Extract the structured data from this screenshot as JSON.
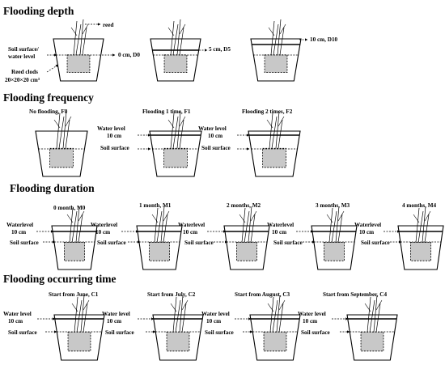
{
  "sections": [
    {
      "title": "Flooding depth",
      "annotations": {
        "reed": "reed",
        "soil_surface_line1": "Soil surface/",
        "soil_surface_line2": "water level",
        "clods_line1": "Reed clods",
        "clods_line2": "20×20×20 cm³"
      },
      "pots": [
        {
          "label": "0 cm, D0",
          "water_level_cm": 0
        },
        {
          "label": "5 cm, D5",
          "water_level_cm": 5
        },
        {
          "label": "10 cm, D10",
          "water_level_cm": 10
        }
      ]
    },
    {
      "title": "Flooding frequency",
      "pots": [
        {
          "label": "No flooding, F0",
          "flooded": false
        },
        {
          "label": "Flooding 1 time, F1",
          "flooded": true,
          "water_level_line1": "Water level",
          "water_level_line2": "10 cm",
          "soil_label": "Soil surface"
        },
        {
          "label": "Flooding 2 times, F2",
          "flooded": true,
          "water_level_line1": "Water level",
          "water_level_line2": "10 cm",
          "soil_label": "Soil surface"
        }
      ]
    },
    {
      "title": "Flooding duration",
      "pots": [
        {
          "label": "0 month, M0",
          "water_level_line1": "Waterlevel",
          "water_level_line2": "10 cm",
          "soil_label": "Soil surface"
        },
        {
          "label": "1 month, M1",
          "water_level_line1": "Waterlevel",
          "water_level_line2": "10 cm",
          "soil_label": "Soil surface"
        },
        {
          "label": "2 months, M2",
          "water_level_line1": "Waterlevel",
          "water_level_line2": "10 cm",
          "soil_label": "Soil surface"
        },
        {
          "label": "3 months, M3",
          "water_level_line1": "Waterlevel",
          "water_level_line2": "10 cm",
          "soil_label": "Soil surface"
        },
        {
          "label": "4 months, M4",
          "water_level_line1": "Waterlevel",
          "water_level_line2": "10 cm",
          "soil_label": "Soil surface"
        }
      ]
    },
    {
      "title": "Flooding occurring time",
      "pots": [
        {
          "label": "Start from June, C1",
          "water_level_line1": "Water level",
          "water_level_line2": "10 cm",
          "soil_label": "Soil surface"
        },
        {
          "label": "Start from July, C2",
          "water_level_line1": "Water level",
          "water_level_line2": "10 cm",
          "soil_label": "Soil surface"
        },
        {
          "label": "Start from August, C3",
          "water_level_line1": "Water level",
          "water_level_line2": "10 cm",
          "soil_label": "Soil surface"
        },
        {
          "label": "Start from September, C4",
          "water_level_line1": "Water level",
          "water_level_line2": "10 cm",
          "soil_label": "Soil surface"
        }
      ]
    }
  ],
  "colors": {
    "clod_fill": "#c8c8c8",
    "line": "#000000"
  }
}
